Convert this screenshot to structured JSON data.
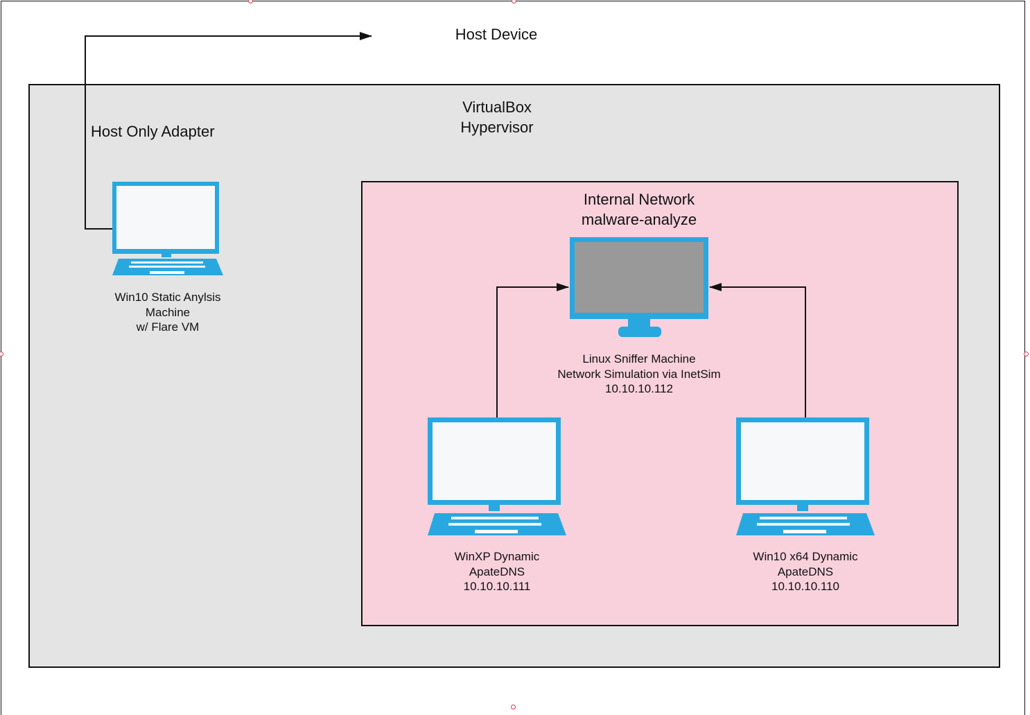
{
  "host": {
    "title": "Host Device"
  },
  "hypervisor": {
    "title": "VirtualBox\nHypervisor",
    "adapter_label": "Host Only Adapter"
  },
  "internal_network": {
    "title": "Internal Network\nmalware-analyze"
  },
  "machines": {
    "static": {
      "label": "Win10 Static Anylsis\nMachine\nw/ Flare VM",
      "icon": "laptop-icon"
    },
    "sniffer": {
      "label": "Linux Sniffer Machine\nNetwork Simulation via InetSim\n10.10.10.112",
      "icon": "desktop-monitor-icon"
    },
    "winxp": {
      "label": "WinXP Dynamic\nApateDNS\n10.10.10.111",
      "icon": "laptop-icon"
    },
    "win10x64": {
      "label": "Win10 x64 Dynamic\nApateDNS\n10.10.10.110",
      "icon": "laptop-icon"
    }
  },
  "colors": {
    "device_blue": "#29a8e0",
    "hypervisor_fill": "#e4e4e4",
    "network_fill": "#f8d1dd",
    "screen_gray": "#999999"
  }
}
